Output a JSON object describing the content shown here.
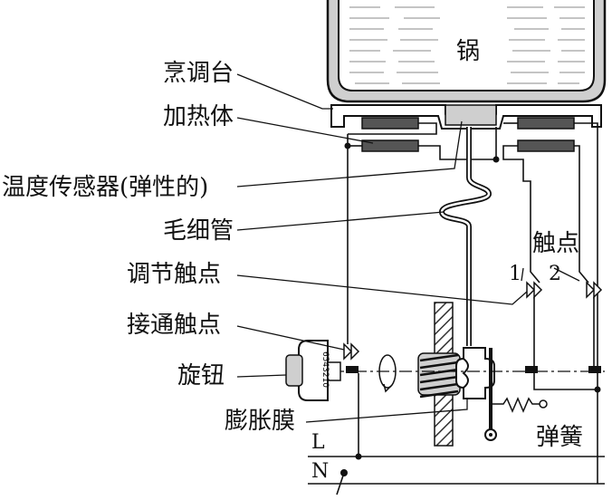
{
  "labels": {
    "pot": "锅",
    "cooktop": "烹调台",
    "heater": "加热体",
    "temp_sensor": "温度传感器(弹性的)",
    "capillary": "毛细管",
    "contacts": "触点",
    "contact_1": "1",
    "contact_2": "2",
    "adjust_contact": "调节触点",
    "connect_contact": "接通触点",
    "knob": "旋钮",
    "knob_scale": "6543210",
    "diaphragm": "膨胀膜",
    "spring": "弹簧",
    "line_L": "L",
    "line_N": "N"
  }
}
